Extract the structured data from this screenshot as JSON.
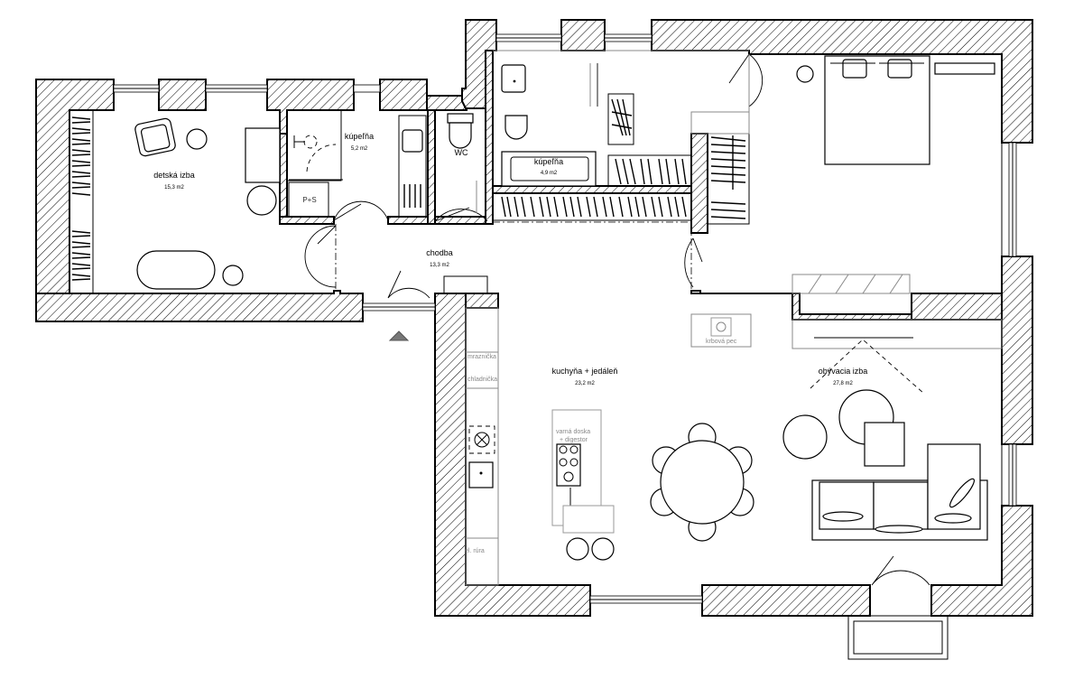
{
  "rooms": {
    "detska": {
      "name": "detská izba",
      "area": "15,3 m2"
    },
    "kupelna1": {
      "name": "kúpeľňa",
      "area": "5,2 m2"
    },
    "kupelna2": {
      "name": "kúpeľňa",
      "area": "4,9 m2"
    },
    "wc": {
      "name": "WC"
    },
    "chodba": {
      "name": "chodba",
      "area": "13,3 m2"
    },
    "kuchyna": {
      "name": "kuchyňa + jedáleň",
      "area": "23,2 m2"
    },
    "obyvacia": {
      "name": "obývacia izba",
      "area": "27,8 m2"
    }
  },
  "labels": {
    "ps": "P+S",
    "mraznicka": "mraznička",
    "chladnicka": "chladnička",
    "varna_doska": "varná doska",
    "digestor": "+ digestor",
    "el_rura": "el. rúra",
    "krb": "krbová pec"
  },
  "colors": {
    "wall_outline": "#000000",
    "hatch": "#000000",
    "furniture_gray": "#999999"
  }
}
